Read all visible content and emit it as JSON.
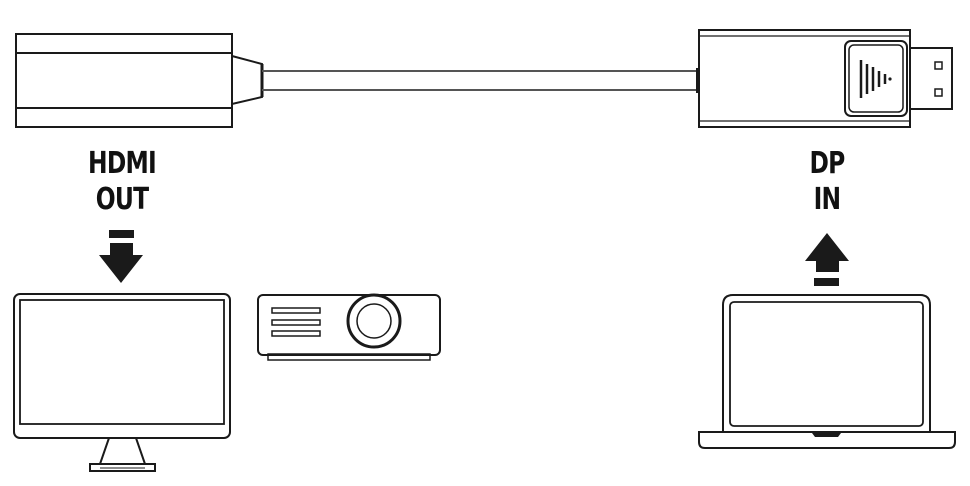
{
  "diagram": {
    "type": "connection-diagram",
    "cable": {
      "left_connector": "HDMI female adapter housing",
      "right_connector": "DisplayPort male plug with release latch"
    },
    "labels": {
      "hdmi_line1": "HDMI",
      "hdmi_line2": "OUT",
      "dp_line1": "DP",
      "dp_line2": "IN"
    },
    "arrows": {
      "hdmi": "down-arrow",
      "dp": "up-arrow"
    },
    "devices": {
      "output": [
        "monitor-icon",
        "projector-icon"
      ],
      "input": [
        "laptop-icon"
      ]
    },
    "colors": {
      "stroke": "#1a1a1a",
      "background": "#ffffff"
    }
  }
}
